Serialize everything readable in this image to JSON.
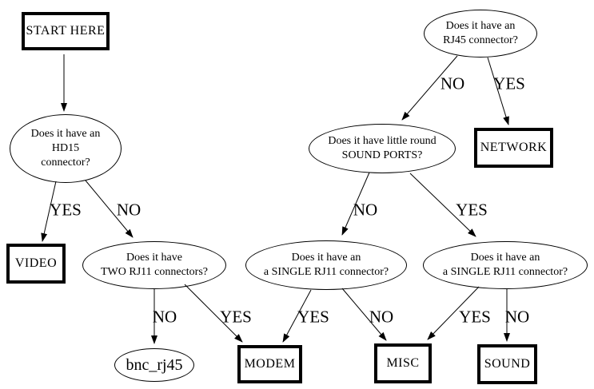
{
  "diagram": {
    "background_color": "#ffffff",
    "stroke_color": "#000000",
    "nodes": {
      "start": {
        "label": "START HERE",
        "shape": "box"
      },
      "q_hd15": {
        "label": "Does it have an\nHD15\nconnector?",
        "shape": "ellipse"
      },
      "video": {
        "label": "VIDEO",
        "shape": "box"
      },
      "q_two_rj11": {
        "label": "Does it have\nTWO RJ11 connectors?",
        "shape": "ellipse"
      },
      "bnc_rj45": {
        "label": "bnc_rj45",
        "shape": "ellipse"
      },
      "modem": {
        "label": "MODEM",
        "shape": "box"
      },
      "q_rj45": {
        "label": "Does it have an\nRJ45 connector?",
        "shape": "ellipse"
      },
      "network": {
        "label": "NETWORK",
        "shape": "box"
      },
      "q_sound_ports": {
        "label": "Does it have little round\nSOUND PORTS?",
        "shape": "ellipse"
      },
      "q_single_rj11_a": {
        "label": "Does it have an\na SINGLE RJ11 connector?",
        "shape": "ellipse"
      },
      "q_single_rj11_b": {
        "label": "Does it have an\na SINGLE RJ11 connector?",
        "shape": "ellipse"
      },
      "misc": {
        "label": "MISC",
        "shape": "box"
      },
      "sound": {
        "label": "SOUND",
        "shape": "box"
      }
    },
    "edge_labels": {
      "hd15_to_video": "YES",
      "hd15_to_two_rj11": "NO",
      "two_rj11_to_bnc_rj45": "NO",
      "two_rj11_to_modem": "YES",
      "single_a_to_modem": "YES",
      "single_a_to_misc": "NO",
      "single_b_to_misc": "YES",
      "single_b_to_sound": "NO",
      "rj45_to_sound_ports": "NO",
      "rj45_to_network": "YES",
      "sound_ports_to_single_a": "NO",
      "sound_ports_to_single_b": "YES"
    }
  }
}
